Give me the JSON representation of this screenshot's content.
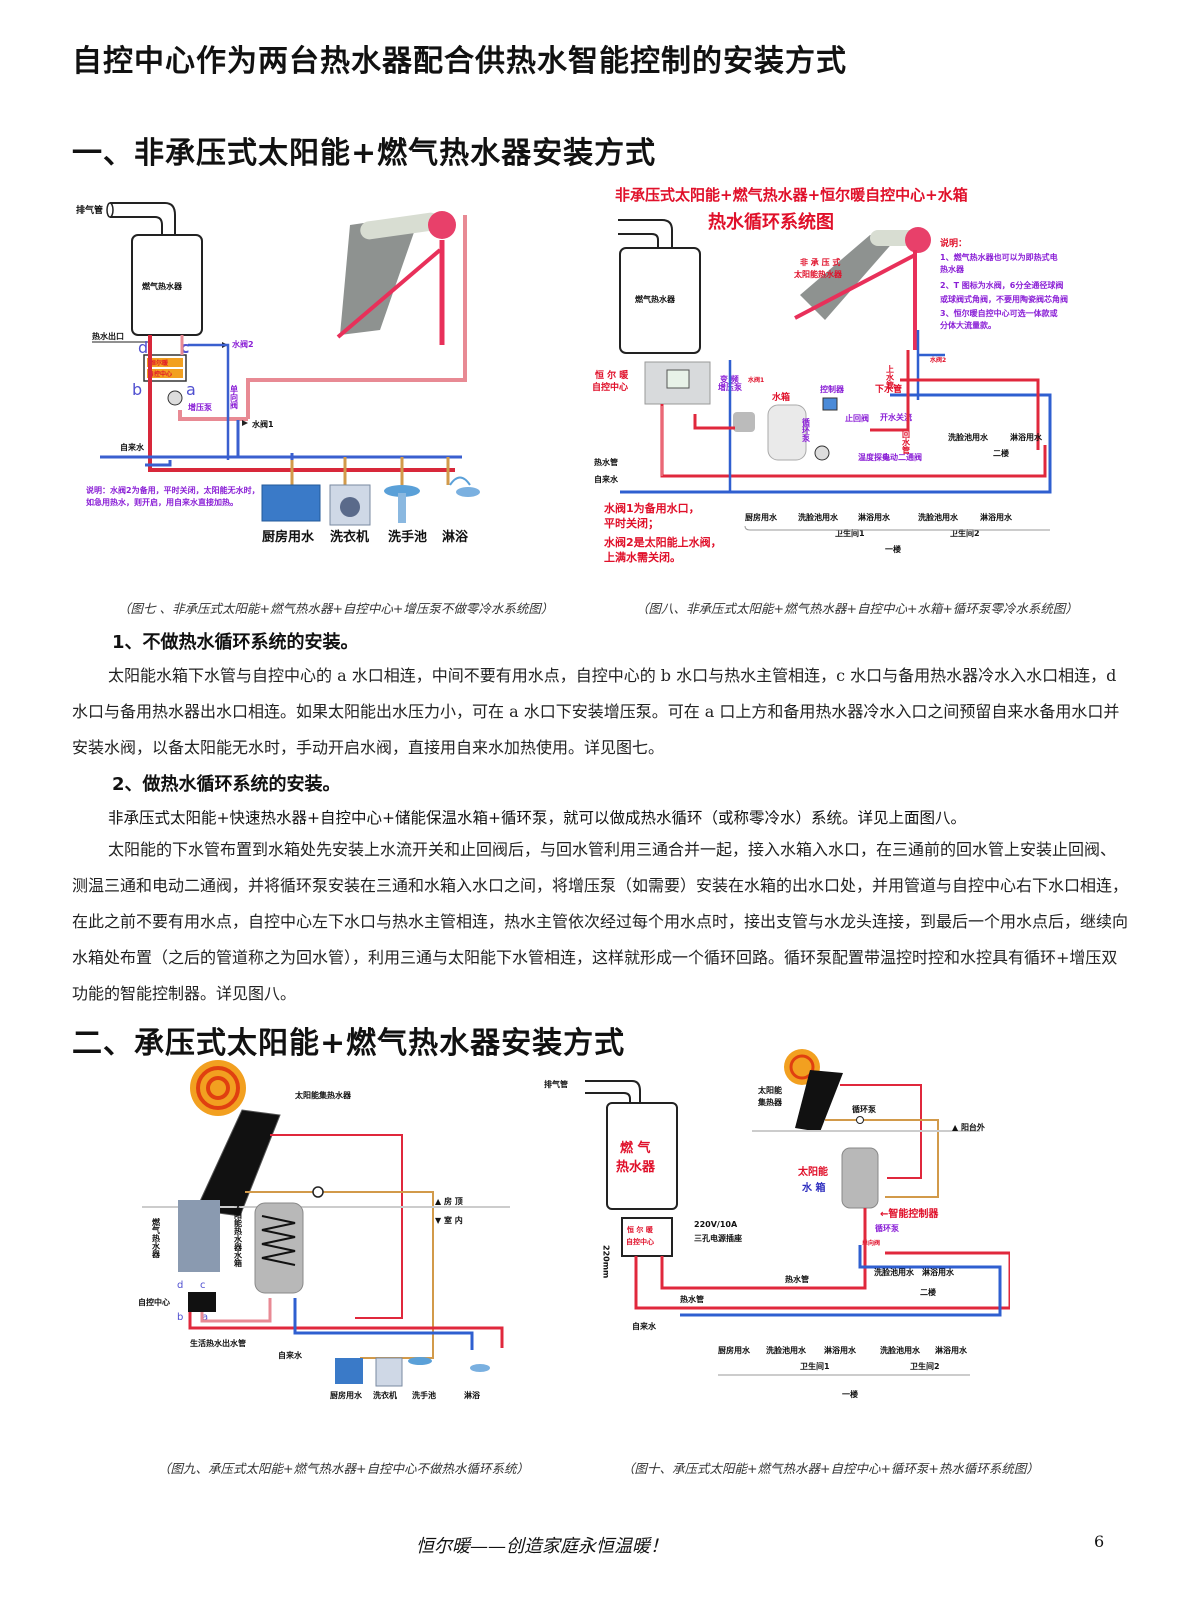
{
  "document": {
    "title": "自控中心作为两台热水器配合供热水智能控制的安装方式",
    "footer_slogan": "恒尔暖——创造家庭永恒温暖！",
    "page_number": "6"
  },
  "section1": {
    "title": "一、非承压式太阳能+燃气热水器安装方式",
    "fig7": {
      "caption": "（图七 、非承压式太阳能+燃气热水器+自控中心+增压泵不做零冷水系统图）",
      "labels": {
        "exhaust_pipe": "排气管",
        "gas_heater": "燃气热水器",
        "hot_outlet": "热水出口",
        "port_d": "d",
        "port_c": "c",
        "port_b": "b",
        "port_a": "a",
        "valve2": "水阀2",
        "control_center_line1": "恒尔暖",
        "control_center_line2": "自控中心",
        "check_valve": "单向阀",
        "booster_pump": "增压泵",
        "valve1": "水阀1",
        "tap_water": "自来水",
        "note_line1": "说明：水阀2为备用，平时关闭，太阳能无水时，",
        "note_line2": "如急用热水，则开启，用自来水直接加热。",
        "fixtures": [
          "厨房用水",
          "洗衣机",
          "洗手池",
          "淋浴"
        ]
      }
    },
    "fig8": {
      "caption": "（图八、非承压式太阳能+燃气热水器+自控中心+水箱+循环泵零冷水系统图）",
      "labels": {
        "title_line1": "非承压式太阳能+燃气热水器+恒尔暖自控中心+水箱",
        "title_line2": "热水循环系统图",
        "gas_heater": "燃气热水器",
        "solar_line1": "非 承 压 式",
        "solar_line2": "太阳能热水器",
        "notes_head": "说明：",
        "notes": [
          "1、燃气热水器也可以为即热式电",
          "热水器",
          "2、T 图标为水阀，6分全通径球阀",
          "或球阀式角阀，不要用陶瓷阀芯角阀",
          "3、恒尔暖自控中心可选一体款或",
          "分体大流量款。"
        ],
        "control_center_line1": "恒 尔 暖",
        "control_center_line2": "自控中心",
        "valve1": "水阀1",
        "valve2": "水阀2",
        "down_pipe": "下水管",
        "up_pipe": "上水管",
        "return_pipe": "回水管",
        "vfd_pump_line1": "变 频",
        "vfd_pump_line2": "增压泵",
        "tank": "水箱",
        "controller": "控制器",
        "circ_pump": "循环泵",
        "check_valve": "止回阀",
        "flow_switch": "开水关流",
        "temp_probe": "温度探头",
        "electric_valve": "电动二通阀",
        "hot_pipe": "热水管",
        "tap_water": "自来水",
        "floor2_fixtures": [
          "洗脸池用水",
          "淋浴用水"
        ],
        "floor2": "二楼",
        "floor1_fixtures": [
          "厨房用水",
          "洗脸池用水",
          "淋浴用水",
          "洗脸池用水",
          "淋浴用水"
        ],
        "bath1": "卫生间1",
        "bath2": "卫生间2",
        "floor1": "一楼",
        "warn1_line1": "水阀1为备用水口，",
        "warn1_line2": "平时关闭；",
        "warn2_line1": "水阀2是太阳能上水阀，",
        "warn2_line2": "上满水需关闭。"
      }
    },
    "sub1": {
      "heading": "1、不做热水循环系统的安装。",
      "paragraph": "太阳能水箱下水管与自控中心的 a 水口相连，中间不要有用水点，自控中心的 b 水口与热水主管相连，c 水口与备用热水器冷水入水口相连，d 水口与备用热水器出水口相连。如果太阳能出水压力小，可在 a 水口下安装增压泵。可在 a 口上方和备用热水器冷水入口之间预留自来水备用水口并安装水阀，以备太阳能无水时，手动开启水阀，直接用自来水加热使用。详见图七。"
    },
    "sub2": {
      "heading": "2、做热水循环系统的安装。",
      "lead": "非承压式太阳能+快速热水器+自控中心+储能保温水箱+循环泵，就可以做成热水循环（或称零冷水）系统。详见上面图八。",
      "paragraph": "太阳能的下水管布置到水箱处先安装上水流开关和止回阀后，与回水管利用三通合并一起，接入水箱入水口，在三通前的回水管上安装止回阀、测温三通和电动二通阀，并将循环泵安装在三通和水箱入水口之间，将增压泵（如需要）安装在水箱的出水口处，并用管道与自控中心右下水口相连，在此之前不要有用水点，自控中心左下水口与热水主管相连，热水主管依次经过每个用水点时，接出支管与水龙头连接，到最后一个用水点后，继续向水箱处布置（之后的管道称之为回水管），利用三通与太阳能下水管相连，这样就形成一个循环回路。循环泵配置带温控时控和水控具有循环+增压双功能的智能控制器。详见图八。"
    }
  },
  "section2": {
    "title": "二、承压式太阳能+燃气热水器安装方式",
    "fig9": {
      "caption": "（图九、承压式太阳能+燃气热水器+自控中心不做热水循环系统）",
      "labels": {
        "collector": "太阳能集热水器",
        "roof": "房 顶",
        "indoor": "室 内",
        "gas_heater": "燃气热水器",
        "tank": "太阳能热水器水箱",
        "control_center": "自控中心",
        "port_d": "d",
        "port_c": "c",
        "port_b": "b",
        "port_a": "a",
        "hot_out_pipe": "生活热水出水管",
        "tap_water": "自来水",
        "fixtures": [
          "厨房用水",
          "洗衣机",
          "洗手池",
          "淋浴"
        ]
      }
    },
    "fig10": {
      "caption": "（图十、承压式太阳能+燃气热水器+自控中心+循环泵+热水循环系统图）",
      "labels": {
        "exhaust_pipe": "排气管",
        "gas_line1": "燃 气",
        "gas_line2": "热水器",
        "collector_line1": "太阳能",
        "collector_line2": "集热器",
        "circ_pump_top": "循环泵",
        "balcony_out": "阳台外",
        "tank_line1": "太阳能",
        "tank_line2": "水 箱",
        "smart_controller": "←智能控制器",
        "circ_pump": "循环泵",
        "check_valve": "单向阀",
        "power": "220V/10A",
        "socket": "三孔电源插座",
        "dim": "220mm",
        "control_line1": "恒 尔 暖",
        "control_line2": "自控中心",
        "hot_pipe": "热水管",
        "tap_water": "自来水",
        "floor2_fixtures": [
          "洗脸池用水",
          "淋浴用水"
        ],
        "floor2": "二楼",
        "floor1_fixtures": [
          "厨房用水",
          "洗脸池用水",
          "淋浴用水",
          "洗脸池用水",
          "淋浴用水"
        ],
        "bath1": "卫生间1",
        "bath2": "卫生间2",
        "floor1": "一楼"
      }
    }
  },
  "colors": {
    "hot_pipe": "#e0283c",
    "cold_pipe": "#2f5fd0",
    "solar_pipe": "#d29a4a",
    "accent_purple": "#8a1fd6",
    "accent_red": "#e0102a"
  }
}
